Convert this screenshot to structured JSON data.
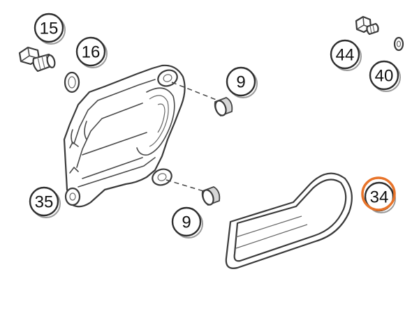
{
  "callouts": [
    {
      "id": "15",
      "label": "15"
    },
    {
      "id": "16",
      "label": "16"
    },
    {
      "id": "9a",
      "label": "9"
    },
    {
      "id": "44",
      "label": "44"
    },
    {
      "id": "40",
      "label": "40"
    },
    {
      "id": "35",
      "label": "35"
    },
    {
      "id": "34",
      "label": "34",
      "highlighted": true
    },
    {
      "id": "9b",
      "label": "9"
    }
  ],
  "colors": {
    "highlight": "#e8742a",
    "line": "#3a3a3a",
    "background": "#ffffff"
  }
}
